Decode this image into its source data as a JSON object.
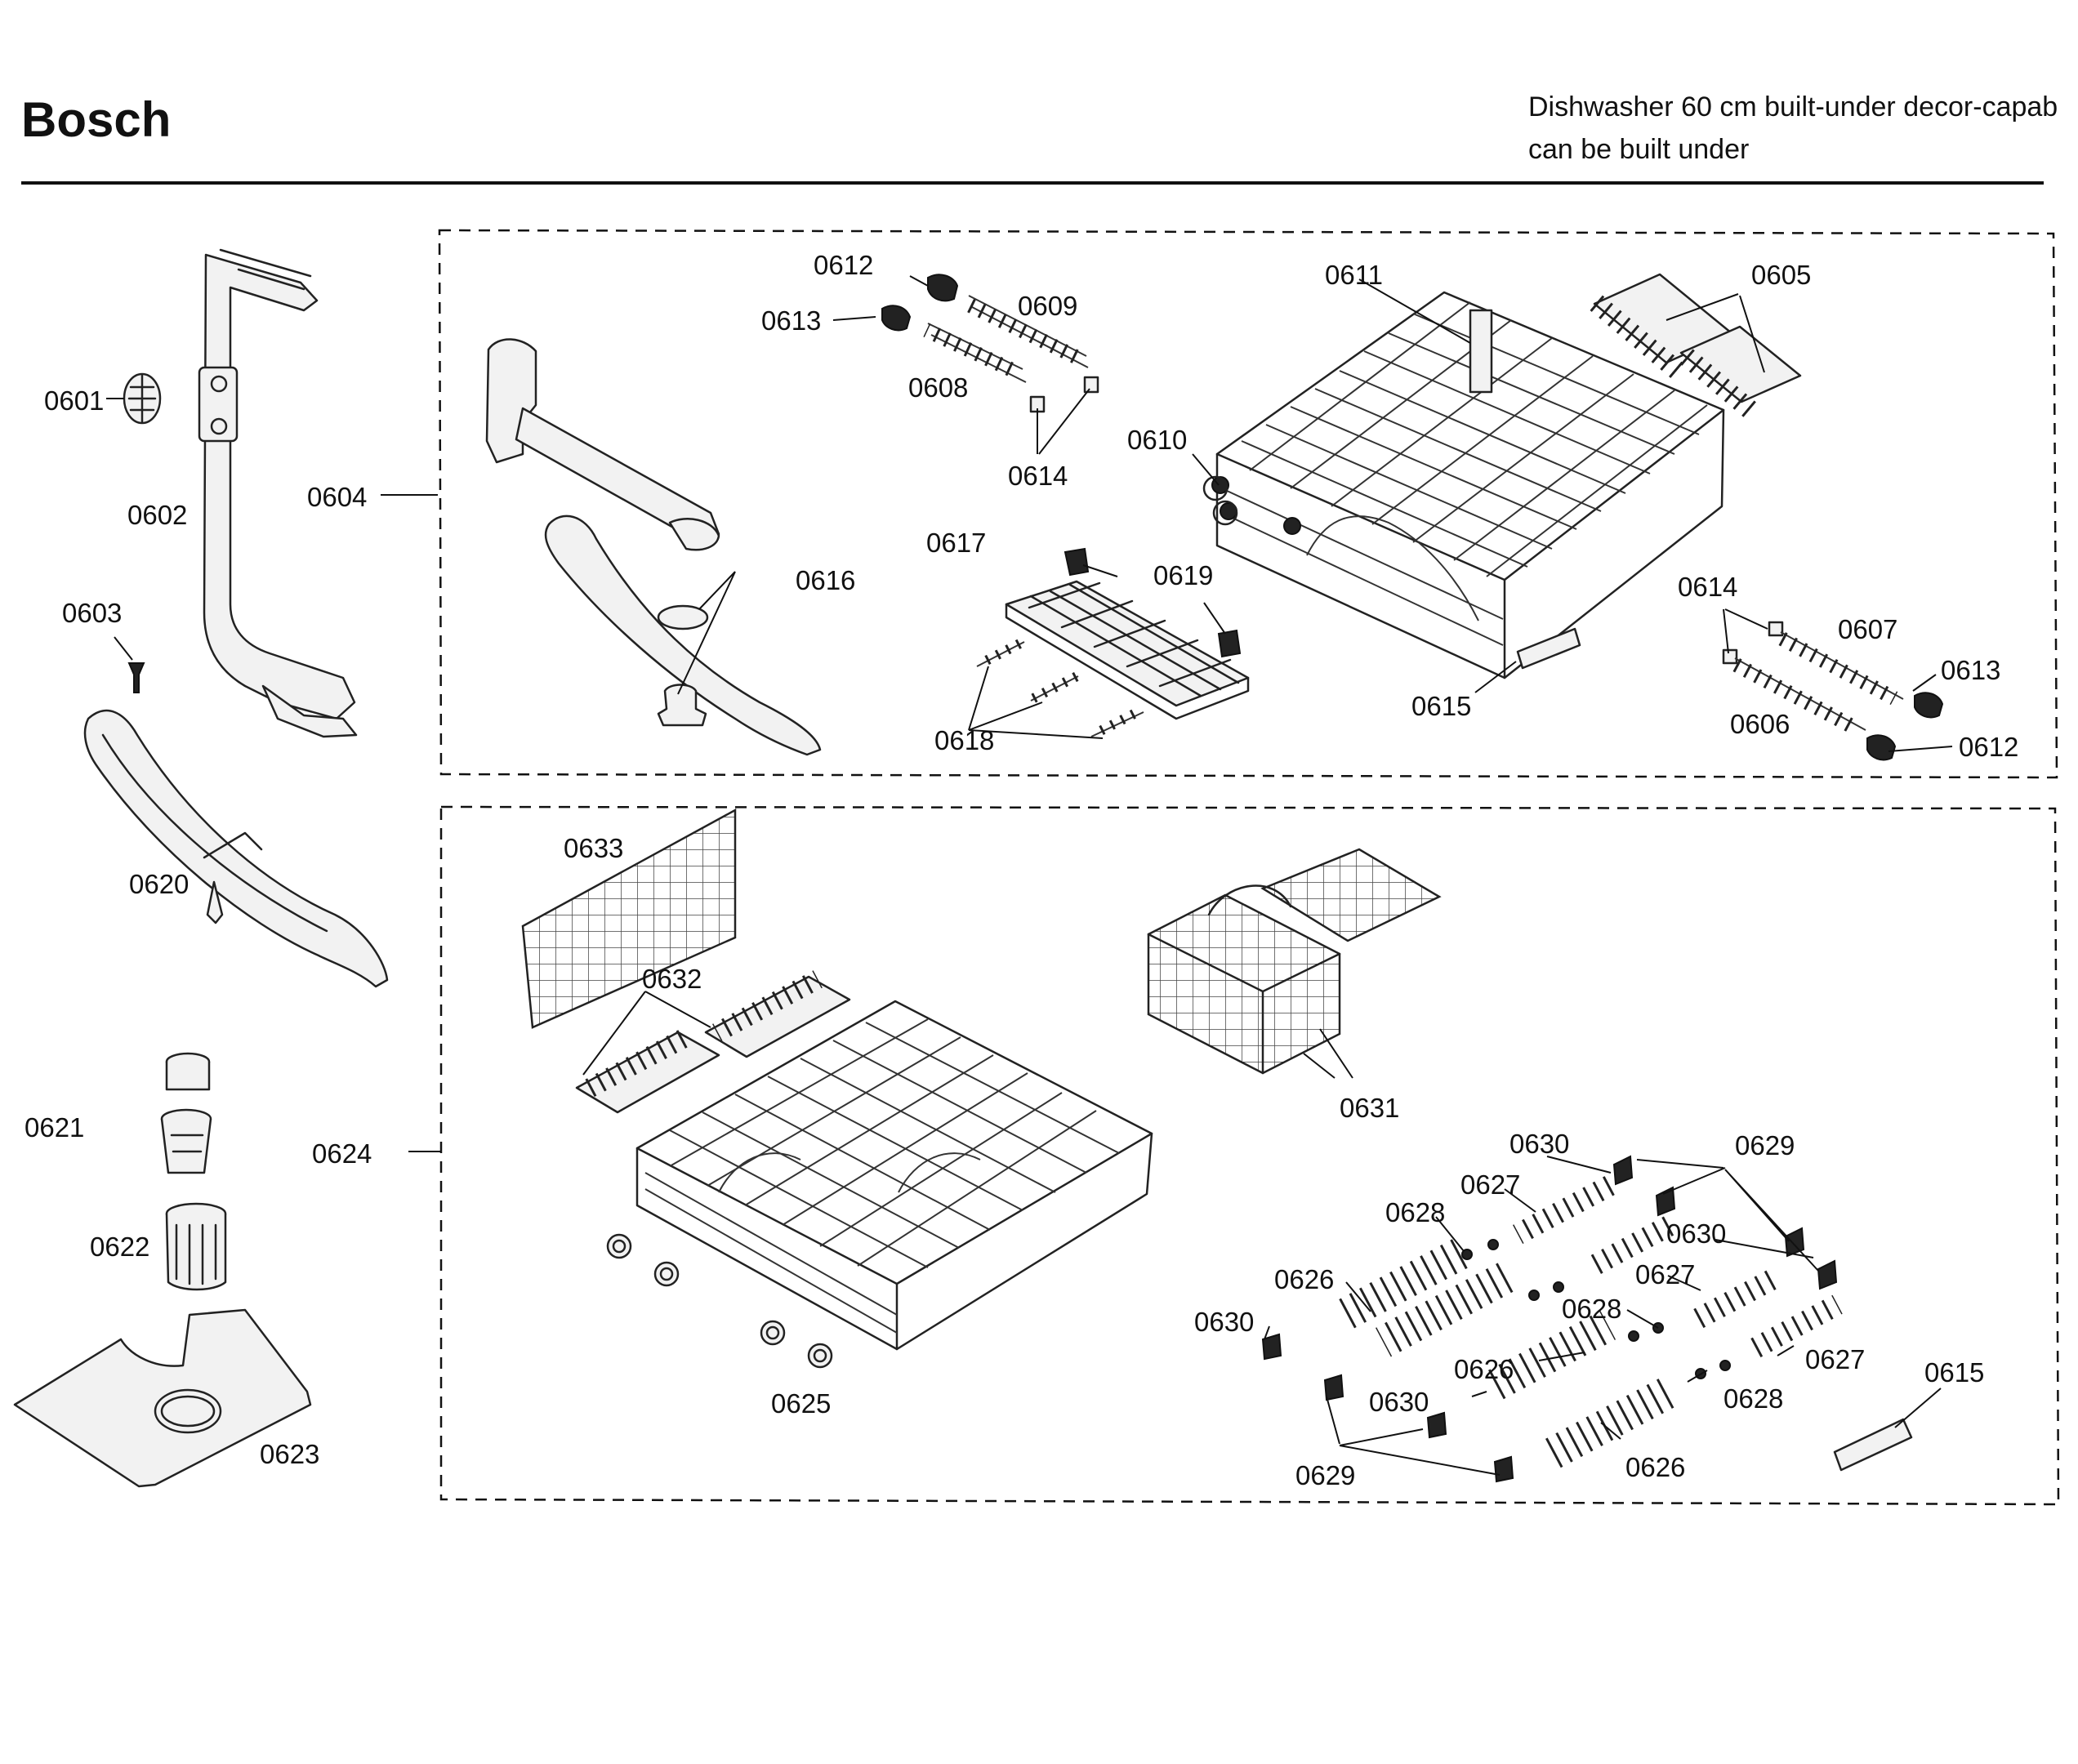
{
  "header": {
    "brand": "Bosch",
    "description_line1": "Dishwasher 60 cm built-under decor-capab",
    "description_line2": "can be built under"
  },
  "parts": {
    "p0601": "0601",
    "p0602": "0602",
    "p0603": "0603",
    "p0604": "0604",
    "p0605": "0605",
    "p0606": "0606",
    "p0607": "0607",
    "p0608": "0608",
    "p0609": "0609",
    "p0610": "0610",
    "p0611": "0611",
    "p0612": "0612",
    "p0613": "0613",
    "p0614": "0614",
    "p0615": "0615",
    "p0616": "0616",
    "p0617": "0617",
    "p0618": "0618",
    "p0619": "0619",
    "p0620": "0620",
    "p0621": "0621",
    "p0622": "0622",
    "p0623": "0623",
    "p0624": "0624",
    "p0625": "0625",
    "p0626": "0626",
    "p0627": "0627",
    "p0628": "0628",
    "p0629": "0629",
    "p0630": "0630",
    "p0631": "0631",
    "p0632": "0632",
    "p0633": "0633"
  }
}
